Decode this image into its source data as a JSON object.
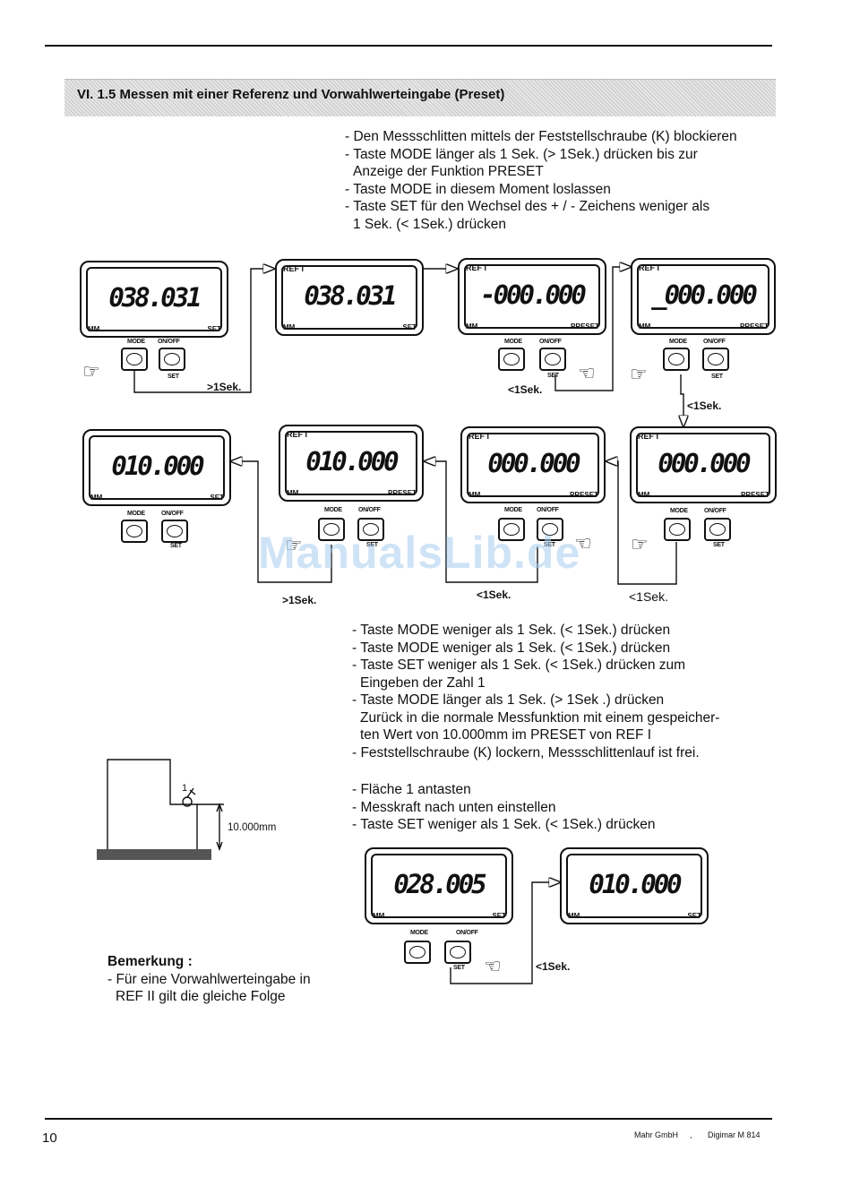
{
  "section_title": "VI. 1.5  Messen mit einer Referenz und Vorwahlwerteingabe (Preset)",
  "intro_lines": [
    "- Den Messschlitten mittels der Feststellschraube (K) blockieren",
    "- Taste MODE länger als 1 Sek. (> 1Sek.) drücken bis zur",
    "Anzeige der Funktion PRESET",
    "- Taste MODE in diesem Moment loslassen",
    "- Taste SET für den Wechsel des + / - Zeichens weniger als",
    "1 Sek. (< 1Sek.) drücken"
  ],
  "displays": [
    {
      "ref": "",
      "value": "038.031",
      "unit": "MM",
      "mode": "SET"
    },
    {
      "ref": "REF I",
      "value": "038.031",
      "unit": "MM",
      "mode": "SET"
    },
    {
      "ref": "REF I",
      "value": "-000.000",
      "unit": "MM",
      "mode": "PRESET"
    },
    {
      "ref": "REF I",
      "value": "_000.000",
      "unit": "MM",
      "mode": "PRESET"
    },
    {
      "ref": "",
      "value": "010.000",
      "unit": "MM",
      "mode": "SET"
    },
    {
      "ref": "REF I",
      "value": "010.000",
      "unit": "MM",
      "mode": "PRESET"
    },
    {
      "ref": "REF I",
      "value": "000.000",
      "unit": "MM",
      "mode": "PRESET"
    },
    {
      "ref": "REF I",
      "value": "000.000",
      "unit": "MM",
      "mode": "PRESET"
    },
    {
      "ref": "",
      "value": "028.005",
      "unit": "MM",
      "mode": "SET"
    },
    {
      "ref": "",
      "value": "010.000",
      "unit": "MM",
      "mode": "SET"
    }
  ],
  "buttons": {
    "mode": "MODE",
    "onoff": "ON/OFF",
    "set": "SET"
  },
  "timings": {
    "gt1": ">1Sek.",
    "lt1_a": "<1Sek.",
    "lt1_b": "<1Sek.",
    "gt1_b": ">1Sek.",
    "lt1_c": "<1Sek.",
    "lt1_d": "<1Sek.",
    "lt1_e": "<1Sek."
  },
  "steps_lines": [
    "- Taste MODE weniger als 1 Sek. (< 1Sek.) drücken",
    "- Taste MODE weniger als 1 Sek. (< 1Sek.) drücken",
    "- Taste SET weniger als 1 Sek. (< 1Sek.) drücken zum",
    "Eingeben der Zahl 1",
    "- Taste MODE länger als 1 Sek. (> 1Sek .) drücken",
    "Zurück in die normale Messfunktion mit einem gespeicher-",
    "ten Wert von 10.000mm im PRESET von REF I",
    "- Feststellschraube (K) lockern, Messschlittenlauf ist frei."
  ],
  "touch_lines": [
    "- Fläche 1 antasten",
    "- Messkraft nach unten einstellen",
    "- Taste SET weniger als 1 Sek. (< 1Sek.) drücken"
  ],
  "sketch": {
    "label": "10.000mm",
    "surface": "1"
  },
  "remark_title": "Bemerkung :",
  "remark_lines": [
    "- Für eine Vorwahlwerteingabe in",
    "REF II gilt die gleiche Folge"
  ],
  "watermark": "ManualsLib.de",
  "footer": {
    "page": "10",
    "company": "Mahr GmbH",
    "sep": ",",
    "product": "Digimar M 814"
  }
}
